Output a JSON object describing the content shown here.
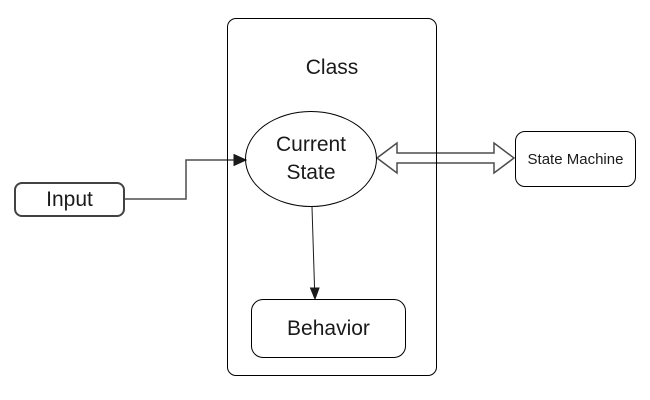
{
  "diagram": {
    "nodes": {
      "class_container": {
        "label": "Class",
        "shape": "rounded-rectangle"
      },
      "current_state": {
        "label": "Current State",
        "label_lines": [
          "Current",
          "State"
        ],
        "shape": "ellipse"
      },
      "behavior": {
        "label": "Behavior",
        "shape": "rounded-rectangle"
      },
      "input": {
        "label": "Input",
        "shape": "rounded-rectangle"
      },
      "state_machine": {
        "label": "State Machine",
        "shape": "rounded-rectangle"
      }
    },
    "edges": [
      {
        "from": "input",
        "to": "current_state",
        "style": "elbow-solid-arrow"
      },
      {
        "from": "current_state",
        "to": "state_machine",
        "style": "hollow-double-headed-arrow"
      },
      {
        "from": "current_state",
        "to": "behavior",
        "style": "straight-solid-arrow"
      }
    ],
    "colors": {
      "shape_stroke": "#000000",
      "connector_stroke": "#4d4d4d",
      "arrowhead_fill": "#1a1a1a",
      "background": "#ffffff",
      "text": "#1a1a1a"
    }
  }
}
